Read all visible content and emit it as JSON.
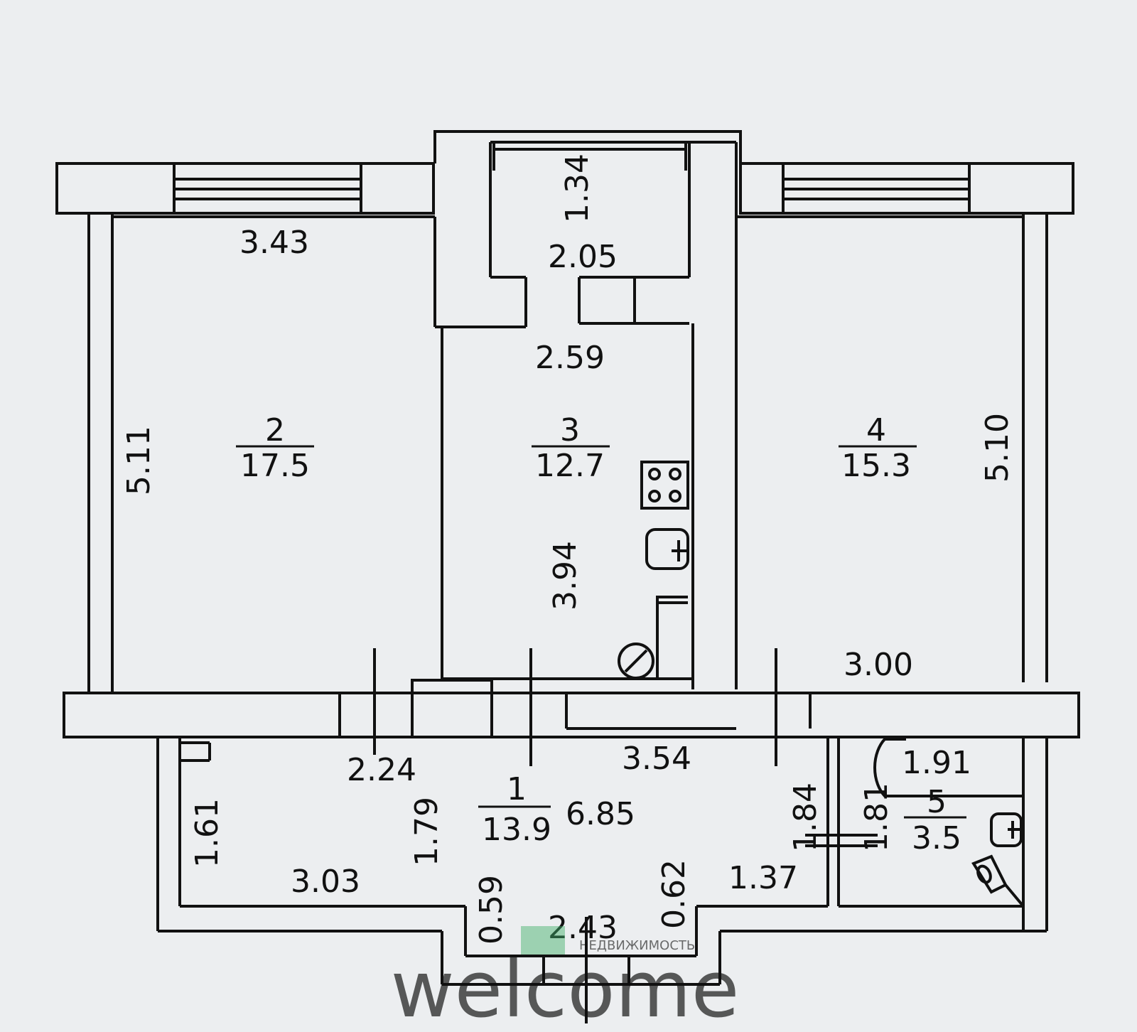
{
  "colors": {
    "background": "#eceef0",
    "ink": "#111111",
    "watermark_green": "#3fae6a",
    "watermark_white": "#ffffff"
  },
  "rooms": [
    {
      "number": "2",
      "area": "17.5"
    },
    {
      "number": "3",
      "area": "12.7"
    },
    {
      "number": "4",
      "area": "15.3"
    },
    {
      "number": "1",
      "area": "13.9"
    },
    {
      "number": "5",
      "area": "3.5"
    }
  ],
  "dimensions": {
    "room2_width": "3.43",
    "room2_length": "5.11",
    "loggia_depth": "1.34",
    "loggia_width": "2.05",
    "kitchen_width": "2.59",
    "kitchen_length": "3.94",
    "room4_length": "5.10",
    "room4_width": "3.00",
    "hall_a": "2.24",
    "hall_b": "3.54",
    "hall_c": "1.61",
    "hall_d": "1.79",
    "hall_e": "6.85",
    "hall_f": "1.84",
    "hall_g": "3.03",
    "hall_h": "0.59",
    "hall_i": "0.62",
    "hall_j": "1.37",
    "hall_k": "2.43",
    "bath_a": "1.91",
    "bath_b": "1.81"
  },
  "watermark": {
    "brand_small": "НЕДВИЖИМОСТЬ",
    "brand_large": "welcome"
  }
}
